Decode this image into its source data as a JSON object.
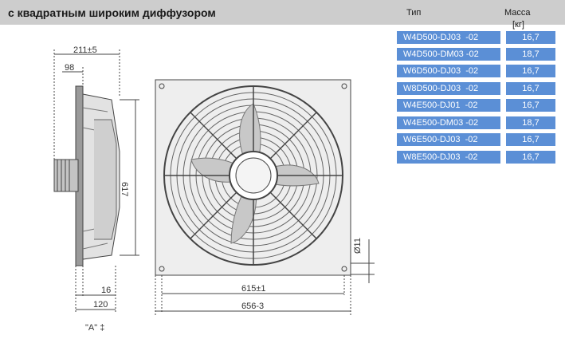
{
  "header": {
    "title": "с квадратным широким диффузором"
  },
  "table": {
    "col_type": "Тип",
    "col_mass": "Масса",
    "col_unit": "[кг]",
    "rows": [
      {
        "type": "W4D500-DJ03  -02",
        "mass": "16,7"
      },
      {
        "type": "W4D500-DM03 -02",
        "mass": "18,7"
      },
      {
        "type": "W6D500-DJ03  -02",
        "mass": "16,7"
      },
      {
        "type": "W8D500-DJ03  -02",
        "mass": "16,7"
      },
      {
        "type": "W4E500-DJ01  -02",
        "mass": "16,7"
      },
      {
        "type": "W4E500-DM03 -02",
        "mass": "18,7"
      },
      {
        "type": "W6E500-DJ03  -02",
        "mass": "16,7"
      },
      {
        "type": "W8E500-DJ03  -02",
        "mass": "16,7"
      }
    ]
  },
  "dimensions": {
    "overall_depth": "211±5",
    "hub_offset": "98",
    "height": "617",
    "base_16": "16",
    "base_120": "120",
    "hole_spacing": "615±1",
    "frame_width": "656-3",
    "hole_dia": "Ø11"
  },
  "view_label": "\"A\" ‡",
  "colors": {
    "accent": "#5b8fd6",
    "header_bg": "#cdcdcd"
  }
}
